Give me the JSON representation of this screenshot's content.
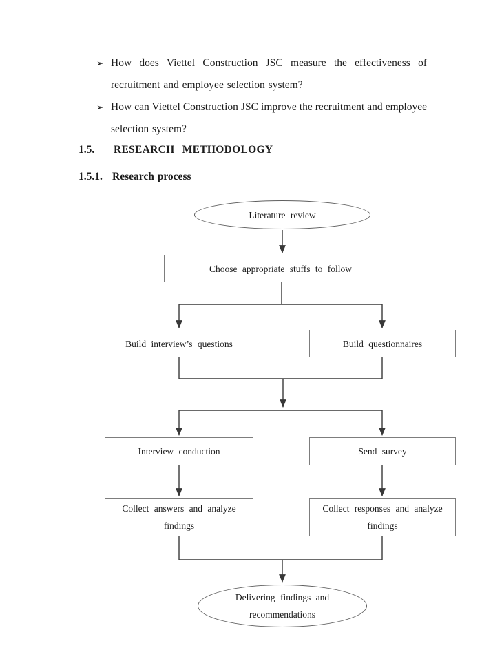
{
  "document": {
    "bullet_glyph": "➢",
    "bullets": [
      {
        "line1": "How does Viettel Construction JSC measure the effectiveness of",
        "line2": "recruitment and employee selection system?"
      },
      {
        "line1": "How can Viettel Construction JSC improve the recruitment and employee",
        "line2": "selection system?"
      }
    ],
    "section_heading": {
      "number": "1.5.",
      "title": "RESEARCH METHODOLOGY"
    },
    "sub_heading": {
      "number": "1.5.1.",
      "title": "Research process"
    }
  },
  "flowchart": {
    "nodes": {
      "literature_review": "Literature review",
      "choose_stuffs": "Choose appropriate stuffs to follow",
      "build_interview_questions": "Build interview’s questions",
      "build_questionnaires": "Build questionnaires",
      "interview_conduction": "Interview conduction",
      "send_survey": "Send survey",
      "collect_answers": "Collect answers and analyze findings",
      "collect_responses": "Collect responses and analyze findings",
      "delivering_findings": "Delivering findings and recommendations"
    },
    "colors": {
      "background": "#ffffff",
      "text": "#1c1c1c",
      "box_border": "#7d7d7d",
      "connector": "#383838"
    }
  }
}
